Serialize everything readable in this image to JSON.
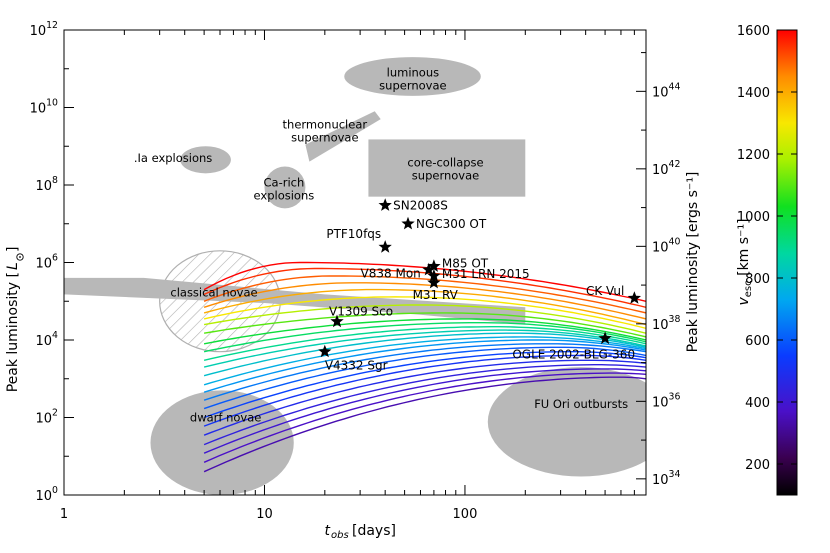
{
  "chart_data": {
    "type": "line",
    "x_scale": "log",
    "y_scale": "log",
    "xlim": [
      1,
      800
    ],
    "ylim": [
      1,
      1000000000000
    ],
    "xlabel": "t_obs [days]",
    "ylabel": "Peak luminosity [L⊙]",
    "y2label": "Peak luminosity [ergs s⁻¹]",
    "colorbar_label": "v_esc [km s⁻¹]",
    "colorbar_range": [
      100,
      1600
    ],
    "colorbar_ticks": [
      "200",
      "400",
      "600",
      "800",
      "1000",
      "1200",
      "1400",
      "1600"
    ],
    "x_ticks": [
      "1",
      "10",
      "100"
    ],
    "y_ticks": [
      "10⁰",
      "10²",
      "10⁴",
      "10⁶",
      "10⁸",
      "10¹⁰",
      "10¹²"
    ],
    "y2_ticks": [
      "10³⁴",
      "10³⁶",
      "10³⁸",
      "10⁴⁰",
      "10⁴²",
      "10⁴⁴"
    ],
    "regions": [
      {
        "label": "luminous supernovae",
        "shape": "ellipse",
        "x_range": [
          25,
          120
        ],
        "y_range": [
          20000000000,
          200000000000
        ]
      },
      {
        "label": "thermonuclear supernovae",
        "shape": "band",
        "x_range": [
          16,
          38
        ],
        "y_range": [
          300000000,
          10000000000
        ]
      },
      {
        "label": ".Ia explosions",
        "shape": "ellipse",
        "x_range": [
          3.8,
          6.8
        ],
        "y_range": [
          200000000,
          1000000000
        ]
      },
      {
        "label": "Ca-rich explosions",
        "shape": "ellipse",
        "x_range": [
          10,
          16
        ],
        "y_range": [
          25000000,
          300000000
        ]
      },
      {
        "label": "core-collapse supernovae",
        "shape": "rect",
        "x_range": [
          33,
          200
        ],
        "y_range": [
          50000000,
          1500000000
        ]
      },
      {
        "label": "classical novae",
        "shape": "ellipse",
        "hatched": true,
        "x_range": [
          3,
          12
        ],
        "y_range": [
          5000,
          2000000
        ]
      },
      {
        "label": "classical novae band",
        "shape": "band",
        "x_range": [
          1,
          200
        ],
        "y_range": [
          25000,
          400000
        ]
      },
      {
        "label": "dwarf novae",
        "shape": "ellipse",
        "x_range": [
          2.7,
          14
        ],
        "y_range": [
          1,
          500
        ]
      },
      {
        "label": "FU Ori outbursts",
        "shape": "ellipse",
        "x_range": [
          130,
          1100
        ],
        "y_range": [
          3,
          2000
        ]
      }
    ],
    "objects": [
      {
        "name": "SN2008S",
        "t": 40,
        "L": 30000000
      },
      {
        "name": "NGC300 OT",
        "t": 52,
        "L": 10000000
      },
      {
        "name": "PTF10fqs",
        "t": 40,
        "L": 2500000
      },
      {
        "name": "M85 OT",
        "t": 70,
        "L": 800000
      },
      {
        "name": "V838 Mon",
        "t": 66,
        "L": 650000
      },
      {
        "name": "M31 LRN 2015",
        "t": 70,
        "L": 450000
      },
      {
        "name": "M31 RV",
        "t": 70,
        "L": 300000
      },
      {
        "name": "CK Vul",
        "t": 700,
        "L": 120000
      },
      {
        "name": "V1309 Sco",
        "t": 23,
        "L": 30000
      },
      {
        "name": "OGLE 2002-BLG-360",
        "t": 500,
        "L": 11000
      },
      {
        "name": "V4332 Sgr",
        "t": 20,
        "L": 5000
      }
    ],
    "model_tracks": {
      "t_start": 5,
      "t_end": 800,
      "tracks": [
        {
          "v": 1600,
          "L_start": 200000,
          "L_peak": 1000000,
          "t_peak": 15,
          "L_end": 100000
        },
        {
          "v": 1550,
          "L_start": 150000,
          "L_peak": 700000,
          "t_peak": 18,
          "L_end": 70000
        },
        {
          "v": 1500,
          "L_start": 100000,
          "L_peak": 450000,
          "t_peak": 22,
          "L_end": 50000
        },
        {
          "v": 1450,
          "L_start": 70000,
          "L_peak": 300000,
          "t_peak": 28,
          "L_end": 35000
        },
        {
          "v": 1400,
          "L_start": 50000,
          "L_peak": 200000,
          "t_peak": 35,
          "L_end": 25000
        },
        {
          "v": 1300,
          "L_start": 35000,
          "L_peak": 130000,
          "t_peak": 45,
          "L_end": 20000
        },
        {
          "v": 1200,
          "L_start": 25000,
          "L_peak": 80000,
          "t_peak": 60,
          "L_end": 15000
        },
        {
          "v": 1100,
          "L_start": 15000,
          "L_peak": 50000,
          "t_peak": 80,
          "L_end": 12000
        },
        {
          "v": 1000,
          "L_start": 8000,
          "L_peak": 35000,
          "t_peak": 100,
          "L_end": 10000
        },
        {
          "v": 950,
          "L_start": 5000,
          "L_peak": 28000,
          "t_peak": 120,
          "L_end": 9000
        },
        {
          "v": 900,
          "L_start": 3000,
          "L_peak": 22000,
          "t_peak": 140,
          "L_end": 8000
        },
        {
          "v": 850,
          "L_start": 2000,
          "L_peak": 18000,
          "t_peak": 160,
          "L_end": 7000
        },
        {
          "v": 800,
          "L_start": 1200,
          "L_peak": 15000,
          "t_peak": 180,
          "L_end": 6500
        },
        {
          "v": 750,
          "L_start": 700,
          "L_peak": 12000,
          "t_peak": 200,
          "L_end": 6000
        },
        {
          "v": 700,
          "L_start": 450,
          "L_peak": 10000,
          "t_peak": 230,
          "L_end": 5500
        },
        {
          "v": 650,
          "L_start": 280,
          "L_peak": 8000,
          "t_peak": 260,
          "L_end": 5000
        },
        {
          "v": 600,
          "L_start": 170,
          "L_peak": 6500,
          "t_peak": 300,
          "L_end": 4000
        },
        {
          "v": 560,
          "L_start": 100,
          "L_peak": 5000,
          "t_peak": 340,
          "L_end": 3500
        },
        {
          "v": 520,
          "L_start": 60,
          "L_peak": 4000,
          "t_peak": 380,
          "L_end": 3000
        },
        {
          "v": 480,
          "L_start": 35,
          "L_peak": 3000,
          "t_peak": 420,
          "L_end": 2500
        },
        {
          "v": 440,
          "L_start": 20,
          "L_peak": 2300,
          "t_peak": 460,
          "L_end": 2000
        },
        {
          "v": 400,
          "L_start": 12,
          "L_peak": 1800,
          "t_peak": 500,
          "L_end": 1600
        },
        {
          "v": 370,
          "L_start": 7,
          "L_peak": 1400,
          "t_peak": 550,
          "L_end": 1300
        },
        {
          "v": 340,
          "L_start": 4,
          "L_peak": 1100,
          "t_peak": 600,
          "L_end": 1000
        }
      ]
    }
  }
}
